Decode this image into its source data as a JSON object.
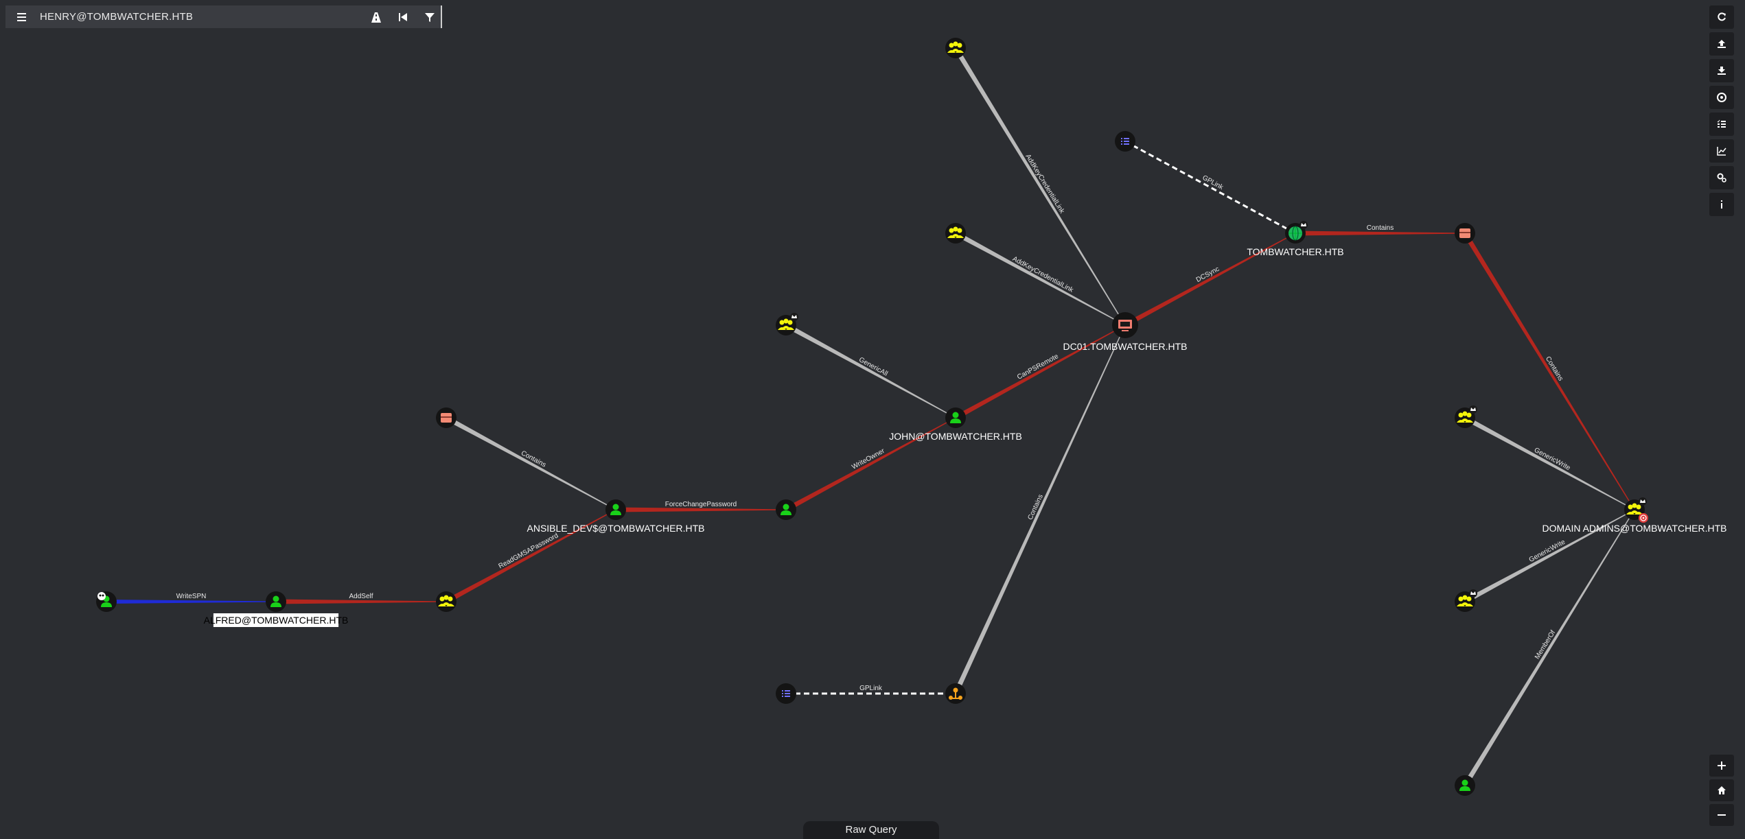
{
  "search": {
    "query": "HENRY@TOMBWATCHER.HTB"
  },
  "toolbar": {
    "icons": [
      "menu-icon",
      "pathfinding-icon",
      "back-icon",
      "filter-icon"
    ]
  },
  "right_tools": [
    "refresh-icon",
    "upload-icon",
    "download-icon",
    "target-icon",
    "list-icon",
    "chart-icon",
    "settings-icon",
    "info-icon"
  ],
  "zoom_tools": [
    "zoom-in-icon",
    "home-icon",
    "zoom-out-icon"
  ],
  "raw_query_label": "Raw Query",
  "colors": {
    "background": "#2b2d31",
    "edge_default": "#b9b9b9",
    "edge_path": "#b3261e",
    "edge_writespn": "#1f2bd6",
    "edge_gplink": "#ffffff",
    "user": "#19d119",
    "group": "#f3f40a",
    "computer": "#ef7c6f",
    "domain": "#1db85a",
    "gpo": "#7170ff",
    "ou": "#f6a21c",
    "container": "#f28a74"
  },
  "graph": {
    "nodes": [
      {
        "id": "alfred",
        "type": "user",
        "label": "ALFRED@TOMBWATCHER.HTB",
        "highlight": true
      },
      {
        "id": "henry",
        "type": "user",
        "label": "",
        "badge": "skull"
      },
      {
        "id": "grp_addself",
        "type": "group",
        "label": ""
      },
      {
        "id": "ansible",
        "type": "user",
        "label": "ANSIBLE_DEV$@TOMBWATCHER.HTB"
      },
      {
        "id": "cont_ansible",
        "type": "container",
        "label": ""
      },
      {
        "id": "sam",
        "type": "user",
        "label": ""
      },
      {
        "id": "john",
        "type": "user",
        "label": "JOHN@TOMBWATCHER.HTB"
      },
      {
        "id": "grp_genericall",
        "type": "group",
        "label": "",
        "badge": "crown"
      },
      {
        "id": "dc01",
        "type": "computer",
        "label": "DC01.TOMBWATCHER.HTB"
      },
      {
        "id": "grp_akcl1",
        "type": "group",
        "label": ""
      },
      {
        "id": "grp_akcl2",
        "type": "group",
        "label": ""
      },
      {
        "id": "ou",
        "type": "ou",
        "label": ""
      },
      {
        "id": "gpo_ou",
        "type": "gpo",
        "label": ""
      },
      {
        "id": "domain",
        "type": "domain",
        "label": "TOMBWATCHER.HTB",
        "badge": "crown"
      },
      {
        "id": "gpo_dom",
        "type": "gpo",
        "label": ""
      },
      {
        "id": "cont_users",
        "type": "container",
        "label": ""
      },
      {
        "id": "domain_admins",
        "type": "group",
        "label": "DOMAIN ADMINS@TOMBWATCHER.HTB",
        "badge": "crown",
        "target": true
      },
      {
        "id": "grp_gw1",
        "type": "group",
        "label": "",
        "badge": "crown"
      },
      {
        "id": "grp_gw2",
        "type": "group",
        "label": "",
        "badge": "crown"
      },
      {
        "id": "da_member",
        "type": "user",
        "label": ""
      }
    ],
    "edges": [
      {
        "from": "henry",
        "to": "alfred",
        "label": "WriteSPN",
        "style": "writespn"
      },
      {
        "from": "alfred",
        "to": "grp_addself",
        "label": "AddSelf",
        "style": "path"
      },
      {
        "from": "grp_addself",
        "to": "ansible",
        "label": "ReadGMSAPassword",
        "style": "path"
      },
      {
        "from": "cont_ansible",
        "to": "ansible",
        "label": "Contains",
        "style": "default"
      },
      {
        "from": "ansible",
        "to": "sam",
        "label": "ForceChangePassword",
        "style": "path"
      },
      {
        "from": "sam",
        "to": "john",
        "label": "WriteOwner",
        "style": "path"
      },
      {
        "from": "grp_genericall",
        "to": "john",
        "label": "GenericAll",
        "style": "default"
      },
      {
        "from": "john",
        "to": "dc01",
        "label": "CanPSRemote",
        "style": "path"
      },
      {
        "from": "grp_akcl1",
        "to": "dc01",
        "label": "AddKeyCredentialLink",
        "style": "default"
      },
      {
        "from": "grp_akcl2",
        "to": "dc01",
        "label": "AddKeyCredentialLink",
        "style": "default"
      },
      {
        "from": "ou",
        "to": "dc01",
        "label": "Contains",
        "style": "default"
      },
      {
        "from": "gpo_ou",
        "to": "ou",
        "label": "GPLink",
        "style": "gplink"
      },
      {
        "from": "dc01",
        "to": "domain",
        "label": "DCSync",
        "style": "path"
      },
      {
        "from": "gpo_dom",
        "to": "domain",
        "label": "GPLink",
        "style": "gplink"
      },
      {
        "from": "domain",
        "to": "cont_users",
        "label": "Contains",
        "style": "path"
      },
      {
        "from": "cont_users",
        "to": "domain_admins",
        "label": "Contains",
        "style": "path"
      },
      {
        "from": "grp_gw1",
        "to": "domain_admins",
        "label": "GenericWrite",
        "style": "default"
      },
      {
        "from": "grp_gw2",
        "to": "domain_admins",
        "label": "GenericWrite",
        "style": "default"
      },
      {
        "from": "da_member",
        "to": "domain_admins",
        "label": "MemberOf",
        "style": "default"
      }
    ]
  }
}
